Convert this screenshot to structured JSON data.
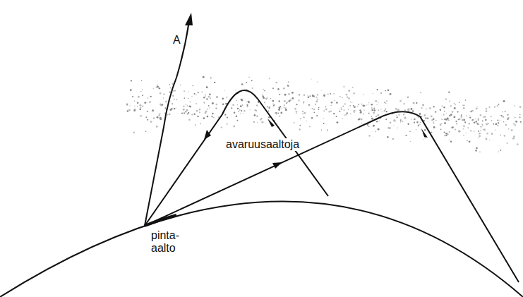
{
  "diagram": {
    "labels": [
      "A",
      "avaruusaaltoja",
      "pinta- aalto"
    ]
  }
}
